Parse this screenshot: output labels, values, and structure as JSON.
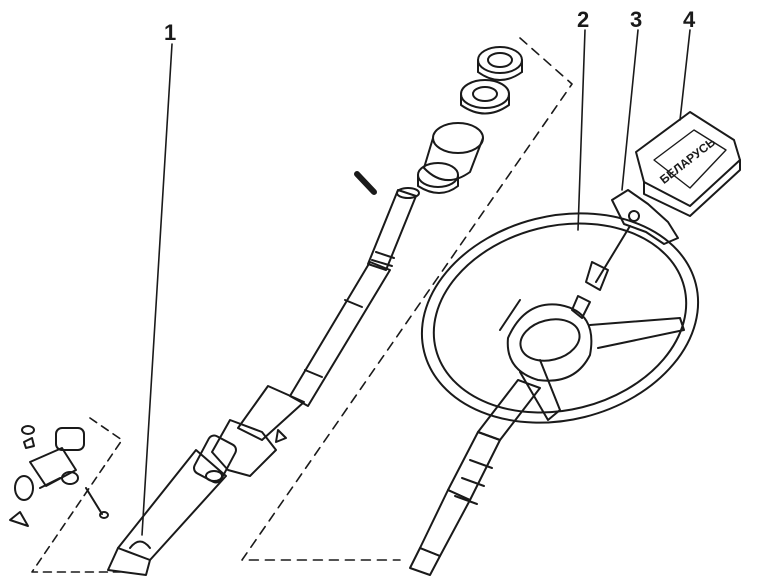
{
  "callouts": {
    "c1": "1",
    "c2": "2",
    "c3": "3",
    "c4": "4"
  },
  "horn_pad": {
    "inscription": "БЕЛАРУСЬ"
  },
  "colors": {
    "ink": "#1a1a1a",
    "background": "#ffffff"
  }
}
